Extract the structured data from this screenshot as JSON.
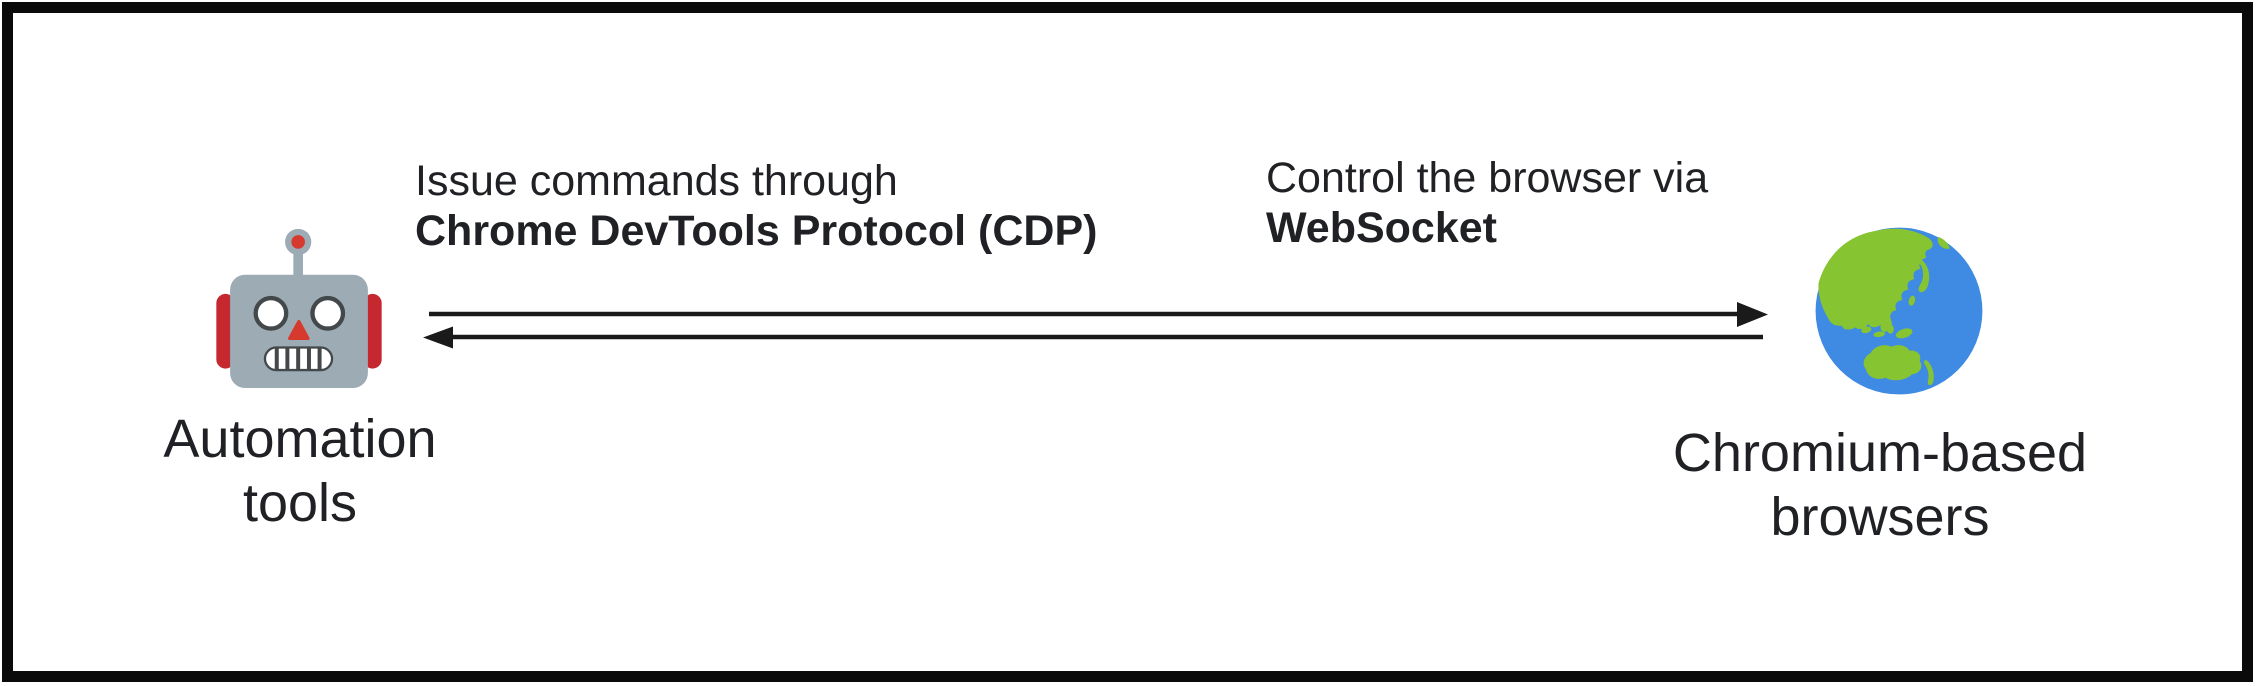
{
  "diagram": {
    "nodes": {
      "automation": {
        "icon": "robot-icon",
        "label_line1": "Automation",
        "label_line2": "tools"
      },
      "browser": {
        "icon": "globe-asia-australia-icon",
        "label_line1": "Chromium-based",
        "label_line2": "browsers"
      }
    },
    "edges": {
      "commands": {
        "direction": "left-to-right",
        "label_line1": "Issue commands through",
        "label_line2_bold": "Chrome DevTools Protocol (CDP)"
      },
      "control": {
        "direction": "right-to-left",
        "label_line1": "Control the browser via",
        "label_line2_bold": "WebSocket"
      }
    }
  },
  "colors": {
    "frame_border": "#0a0a0a",
    "background": "#ffffff",
    "text": "#202124",
    "arrow": "#1a1a1a",
    "robot_gray": "#9dabb4",
    "robot_red": "#c5282f",
    "robot_accent_red": "#d63a2e",
    "robot_dark": "#43484b",
    "globe_ocean": "#3f8ae3",
    "globe_land": "#87c431"
  }
}
